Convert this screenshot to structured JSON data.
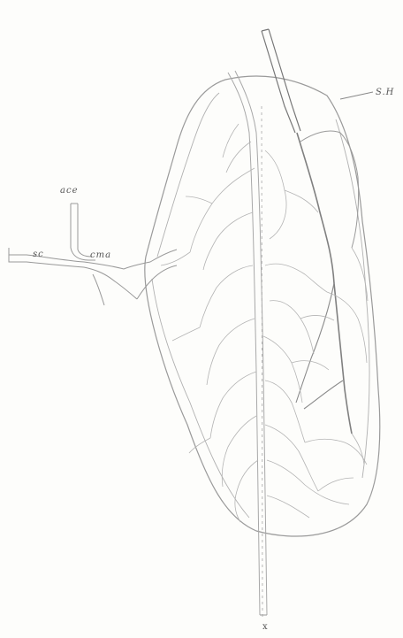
{
  "labels": {
    "ace": "ace",
    "sc": "sc",
    "cma": "cma",
    "sh": "S.H",
    "x": "x"
  },
  "colors": {
    "outline": "#9a9a9a",
    "fine_vessel": "#b4b4b4",
    "dark_vessel": "#777777",
    "dotted": "#b8b8b8",
    "paper": "#fdfdfb"
  }
}
